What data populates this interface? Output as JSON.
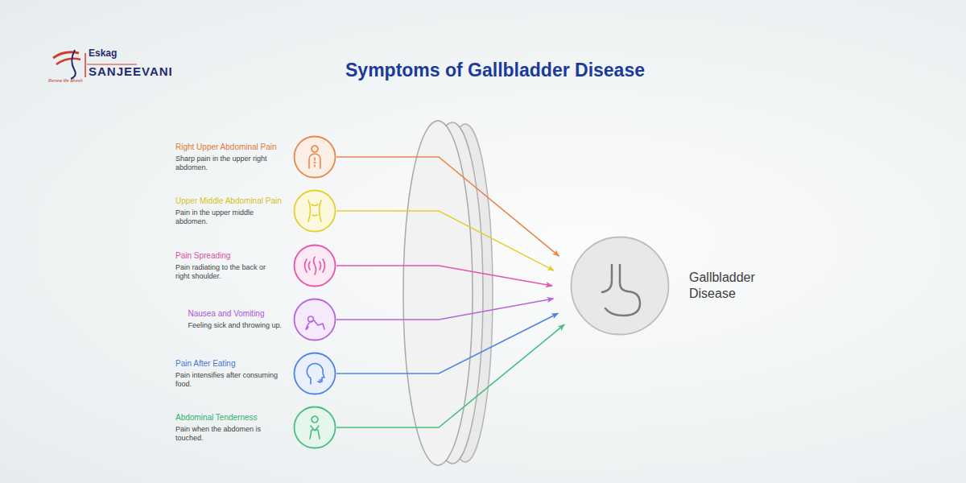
{
  "diagram": {
    "title": "Symptoms of Gallbladder Disease",
    "nodes": [
      {
        "text": [
          "Right Upper Abdominal Pain",
          "Sharp pain in the upper right abdomen."
        ]
      },
      {
        "text": [
          "Upper Middle Abdominal Pain",
          "Pain in the upper middle abdomen."
        ]
      },
      {
        "text": [
          "Pain Spreading",
          "Pain radiating to the back or right shoulder."
        ]
      },
      {
        "text": [
          "Nausea and Vomiting",
          "Feeling sick and throwing up."
        ]
      },
      {
        "text": [
          "Pain After Eating",
          "Pain intensifies after consuming food."
        ]
      },
      {
        "text": [
          "Abdominal Tenderness",
          "Pain when the abdomen is touched."
        ]
      },
      {
        "text": [
          "Gallbladder Disease"
        ]
      }
    ],
    "edges": [
      {
        "from": 0,
        "to": 6,
        "arrow": "to"
      },
      {
        "from": 1,
        "to": 6,
        "arrow": "to"
      },
      {
        "from": 2,
        "to": 6,
        "arrow": "to"
      },
      {
        "from": 3,
        "to": 6,
        "arrow": "to"
      },
      {
        "from": 4,
        "to": 6,
        "arrow": "to"
      },
      {
        "from": 5,
        "to": 6,
        "arrow": "to"
      }
    ],
    "labels": [
      "Eskag",
      "SANJEEVANI",
      "Renew life afresh"
    ]
  }
}
